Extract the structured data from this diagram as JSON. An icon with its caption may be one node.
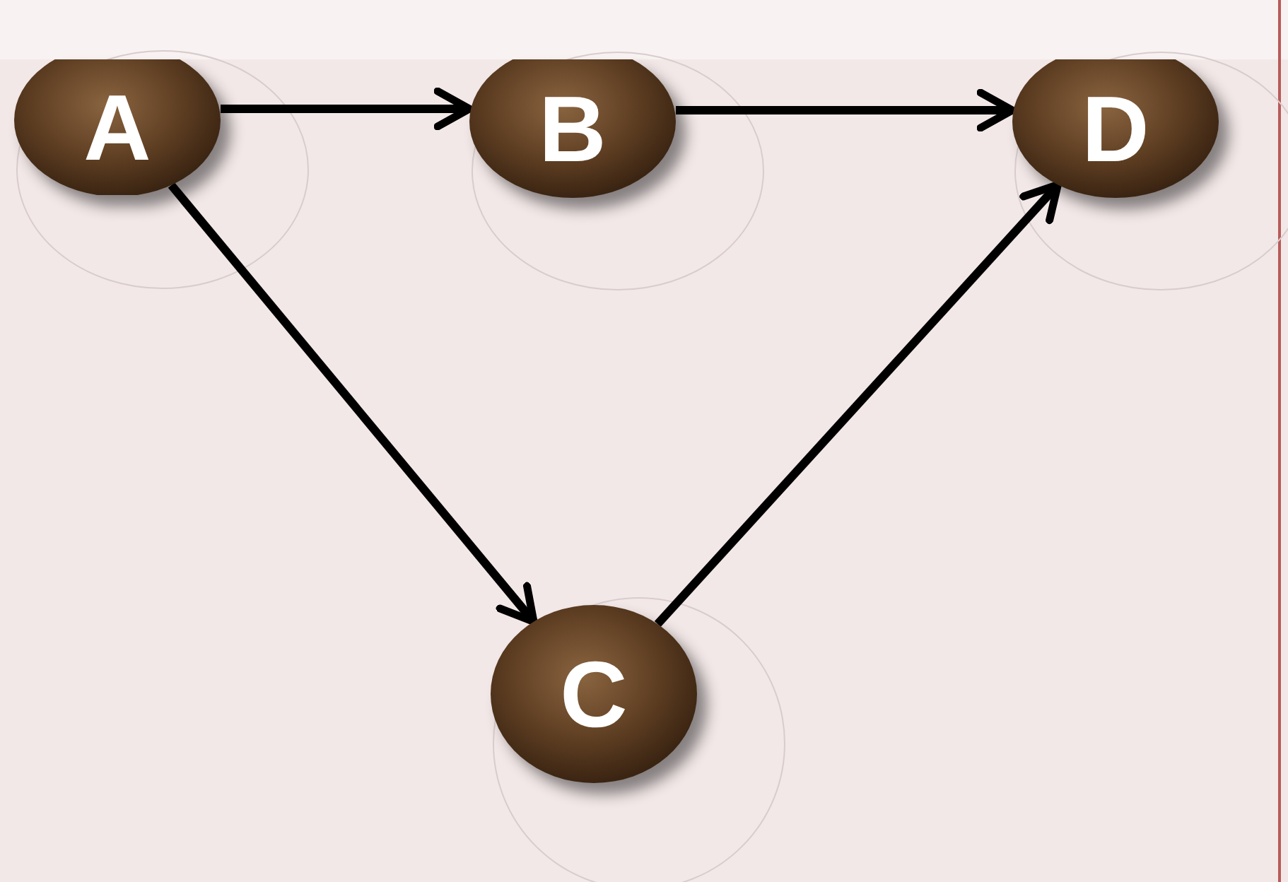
{
  "diagram": {
    "nodes": [
      {
        "text": [
          "A"
        ]
      },
      {
        "text": [
          "B"
        ]
      },
      {
        "text": [
          "D"
        ]
      },
      {
        "text": [
          "C"
        ]
      }
    ],
    "edges": [
      {
        "from": 0,
        "to": 1,
        "arrow": "to"
      },
      {
        "from": 1,
        "to": 2,
        "arrow": "to"
      },
      {
        "from": 0,
        "to": 3,
        "arrow": "to"
      },
      {
        "from": 3,
        "to": 2,
        "arrow": "to"
      }
    ]
  }
}
